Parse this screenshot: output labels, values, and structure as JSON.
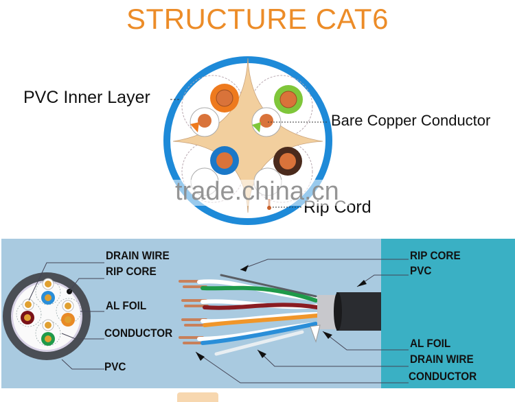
{
  "title": "STRUCTURE CAT6",
  "top_diagram": {
    "labels": {
      "inner_layer": "PVC Inner Layer",
      "conductor": "Bare Copper Conductor",
      "rip_cord": "Rip Cord"
    },
    "watermark": "trade.china.cn",
    "colors": {
      "jacket": "#1e8ad8",
      "separator": "#f2cf9e",
      "pair_orange": "#ee7a1e",
      "pair_green": "#7fc63a",
      "pair_blue": "#1a78c8",
      "pair_brown": "#4a2a1c",
      "copper": "#d9733a"
    }
  },
  "lower_diagram": {
    "left_labels": [
      "DRAIN WIRE",
      "RIP CORE",
      "AL FOIL",
      "CONDUCTOR",
      "PVC"
    ],
    "right_labels": [
      "RIP CORE",
      "PVC",
      "AL FOIL",
      "DRAIN WIRE",
      "CONDUCTOR"
    ],
    "colors": {
      "panel_bg": "#a9cae0",
      "panel_right_bg": "#3ab0c4",
      "pair_green": "#1f9a4a",
      "pair_brown": "#8a1c22",
      "pair_orange": "#f0962a",
      "pair_blue": "#2a8ed8",
      "copper": "#c8805a",
      "jacket": "#2a2c30"
    }
  }
}
